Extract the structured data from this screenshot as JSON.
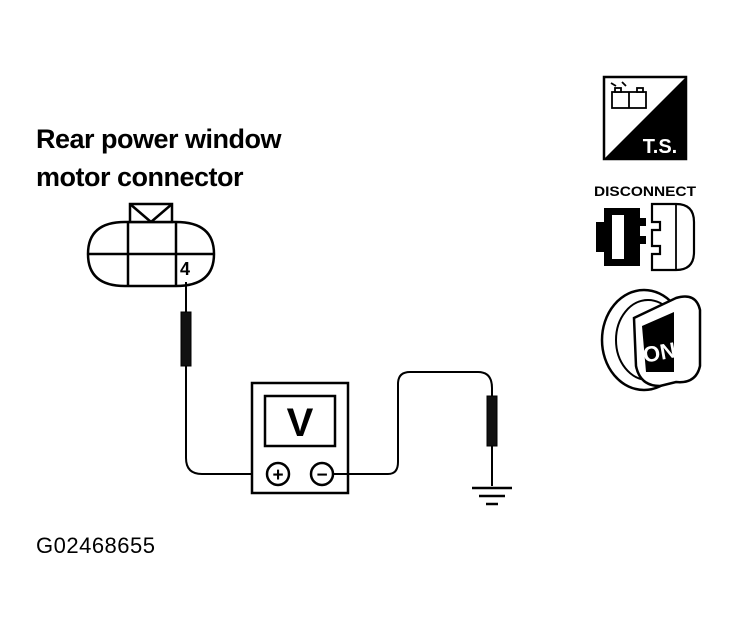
{
  "connector": {
    "title_line_1": "Rear power window",
    "title_line_2": "motor connector",
    "terminal": "4"
  },
  "meter": {
    "display": "V",
    "positive_symbol": "+",
    "negative_symbol": "−"
  },
  "icons": {
    "ts_label": "T.S.",
    "disconnect_label": "DISCONNECT",
    "ignition_label": "ON"
  },
  "figure_id": "G02468655"
}
